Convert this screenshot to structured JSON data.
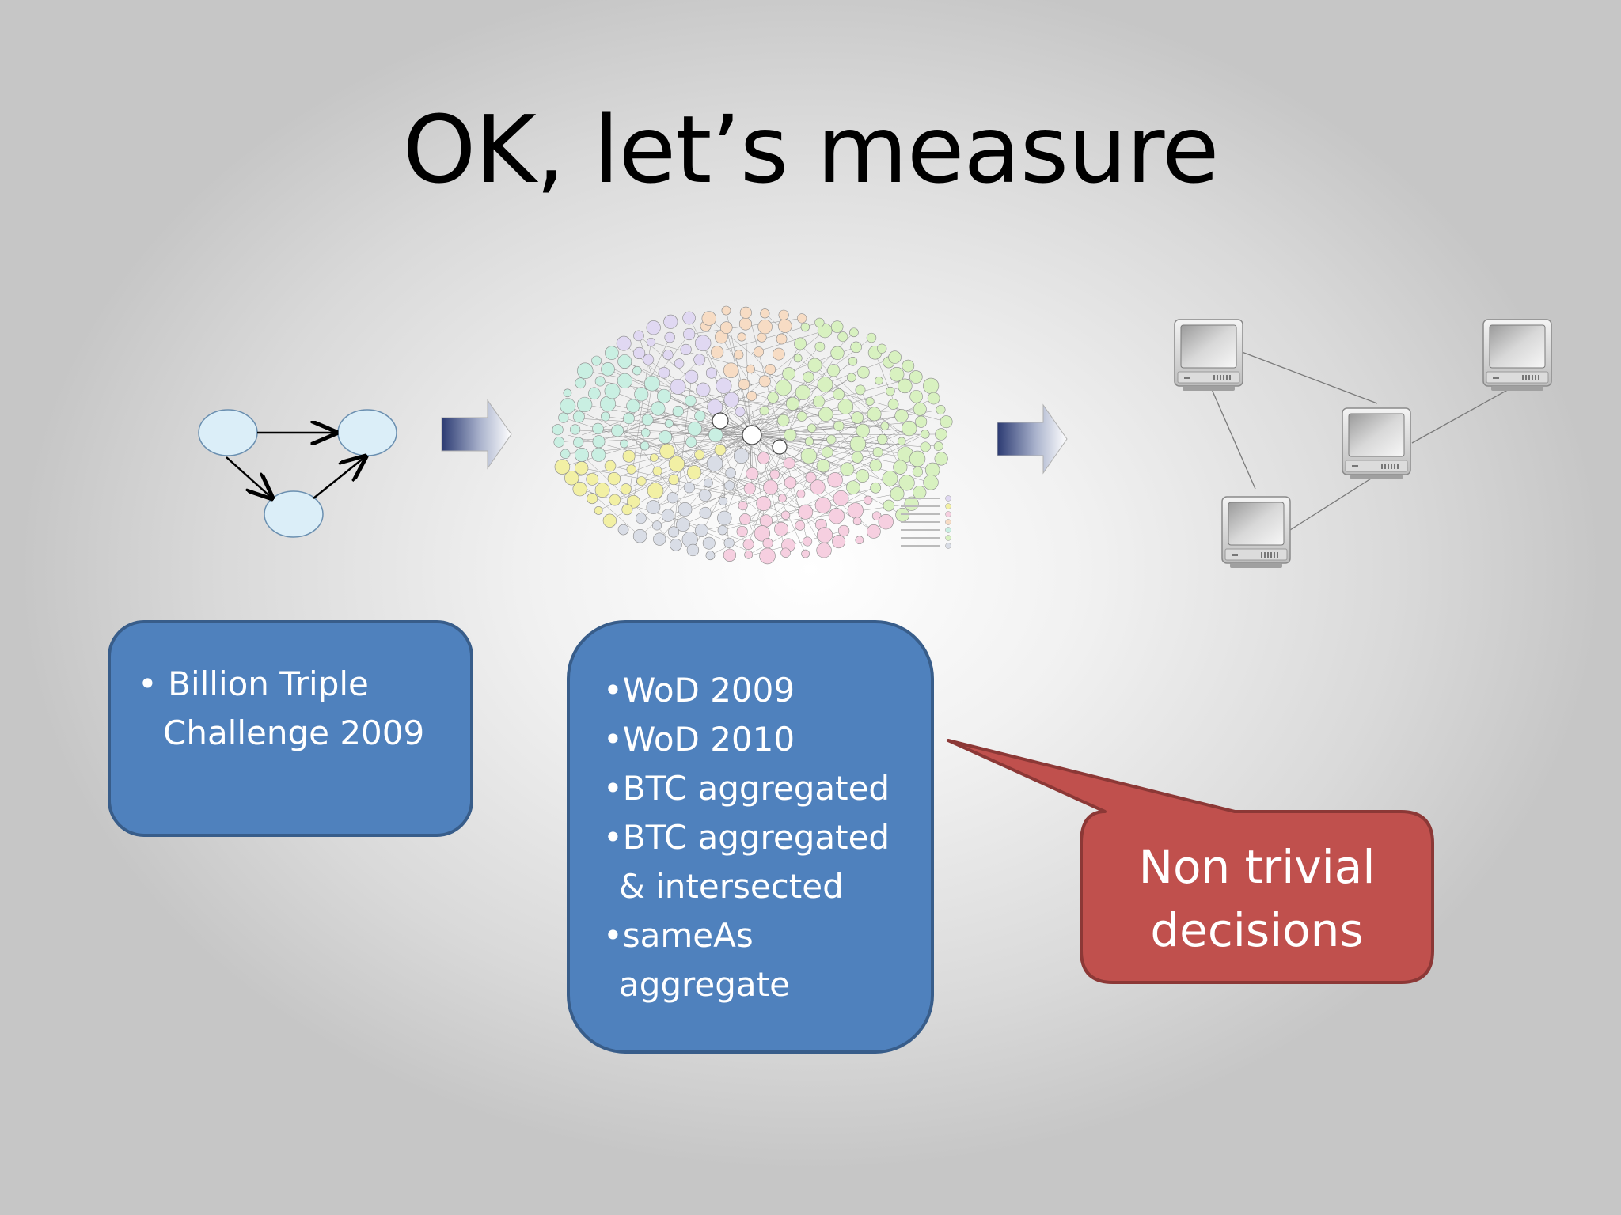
{
  "slide": {
    "title": "OK, let’s measure"
  },
  "boxes": {
    "btc": {
      "items": [
        "• Billion Triple Challenge 2009"
      ]
    },
    "wod": {
      "items": [
        "•WoD 2009",
        "•WoD 2010",
        "•BTC aggregated",
        "•BTC aggregated & intersected",
        "•sameAs aggregate"
      ]
    }
  },
  "callout": {
    "line1": "Non trivial",
    "line2": "decisions"
  },
  "colors": {
    "box_blue": "#4f81bd",
    "box_blue_border": "#385d8a",
    "callout_red": "#c0504d",
    "callout_red_border": "#8c3836",
    "node_fill": "#dbeef8",
    "node_stroke": "#6a8fb0"
  },
  "icons": {
    "small_graph": "graph-diagram-icon",
    "arrows": "block-arrow-right-icon",
    "cloud": "linked-data-cloud-icon",
    "computers": "computer-icon"
  }
}
